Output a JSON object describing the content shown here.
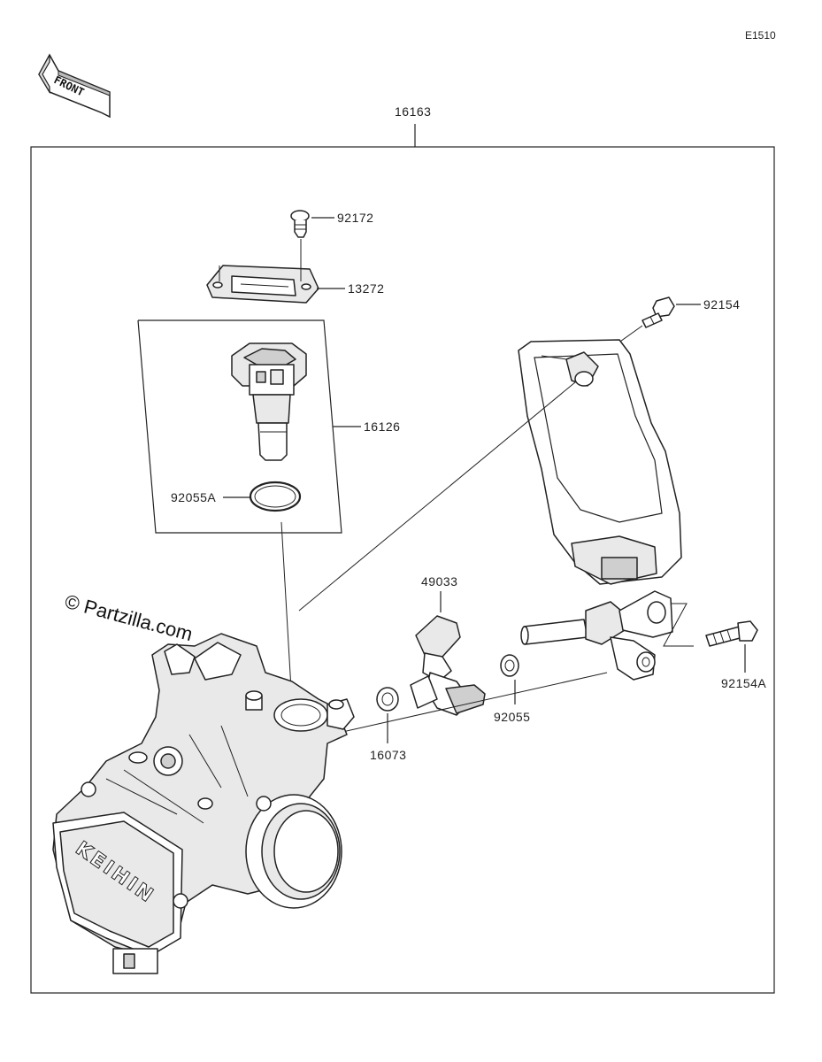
{
  "diagram_code": "E1510",
  "front_label": "FRONT",
  "watermark": "© Partzilla.com",
  "brand_mark": "KEIHIN",
  "parts": {
    "assembly": "16163",
    "screw": "92172",
    "plate": "13272",
    "bolt_upper": "92154",
    "sensor_assembly": "16126",
    "o_ring": "92055A",
    "sensor": "49033",
    "washer_small": "16073",
    "washer": "92055",
    "bolt_lower": "92154A"
  }
}
